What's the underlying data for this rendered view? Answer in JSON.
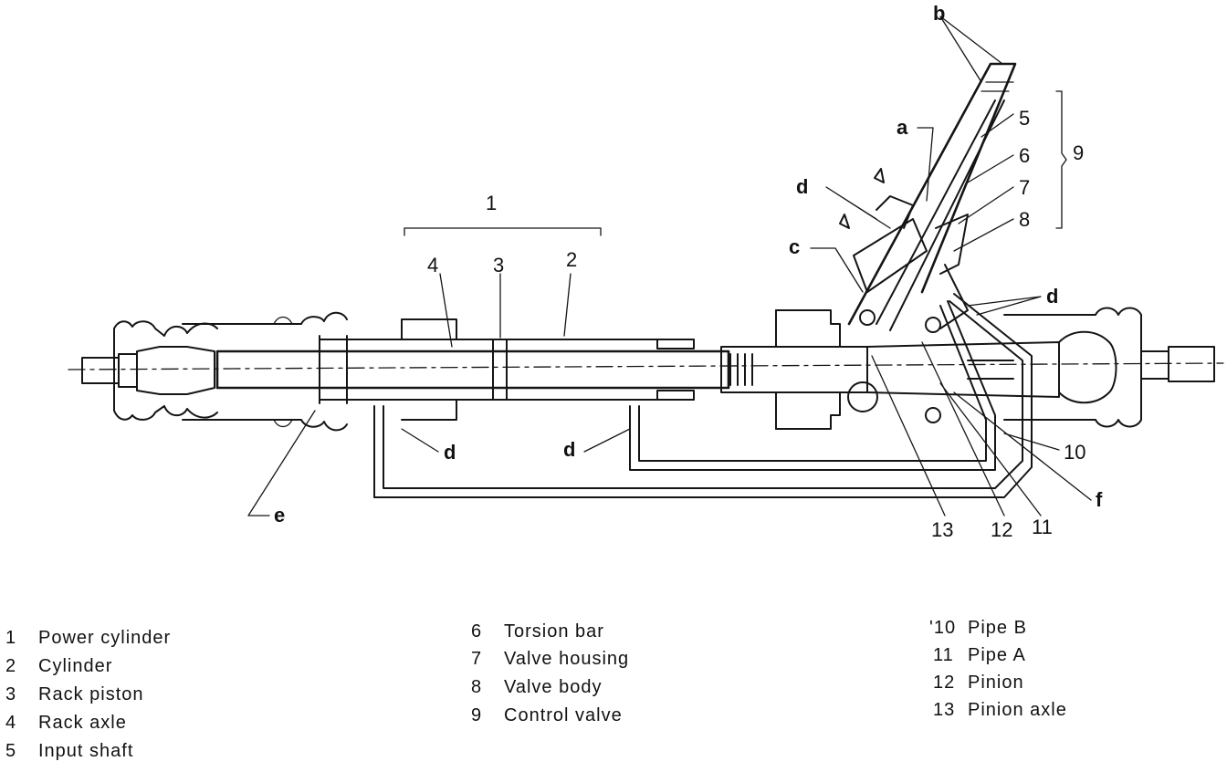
{
  "callouts": {
    "b": "b",
    "a": "a",
    "d1": "d",
    "c": "c",
    "d2": "d",
    "d3": "d",
    "d4": "d",
    "e": "e",
    "f": "f",
    "n1": "1",
    "n2": "2",
    "n3": "3",
    "n4": "4",
    "n5": "5",
    "n6": "6",
    "n7": "7",
    "n8": "8",
    "n9": "9",
    "n10": "10",
    "n11": "11",
    "n12": "12",
    "n13": "13"
  },
  "legend": {
    "col1": [
      {
        "num": "1",
        "label": "Power cylinder"
      },
      {
        "num": "2",
        "label": "Cylinder"
      },
      {
        "num": "3",
        "label": "Rack piston"
      },
      {
        "num": "4",
        "label": "Rack axle"
      },
      {
        "num": "5",
        "label": "Input shaft"
      }
    ],
    "col2": [
      {
        "num": "6",
        "label": "Torsion bar"
      },
      {
        "num": "7",
        "label": "Valve housing"
      },
      {
        "num": "8",
        "label": "Valve body"
      },
      {
        "num": "9",
        "label": "Control valve"
      }
    ],
    "col3": [
      {
        "num": "'10",
        "label": "Pipe B"
      },
      {
        "num": "11",
        "label": "Pipe A"
      },
      {
        "num": "12",
        "label": "Pinion"
      },
      {
        "num": "13",
        "label": "Pinion axle"
      }
    ]
  }
}
